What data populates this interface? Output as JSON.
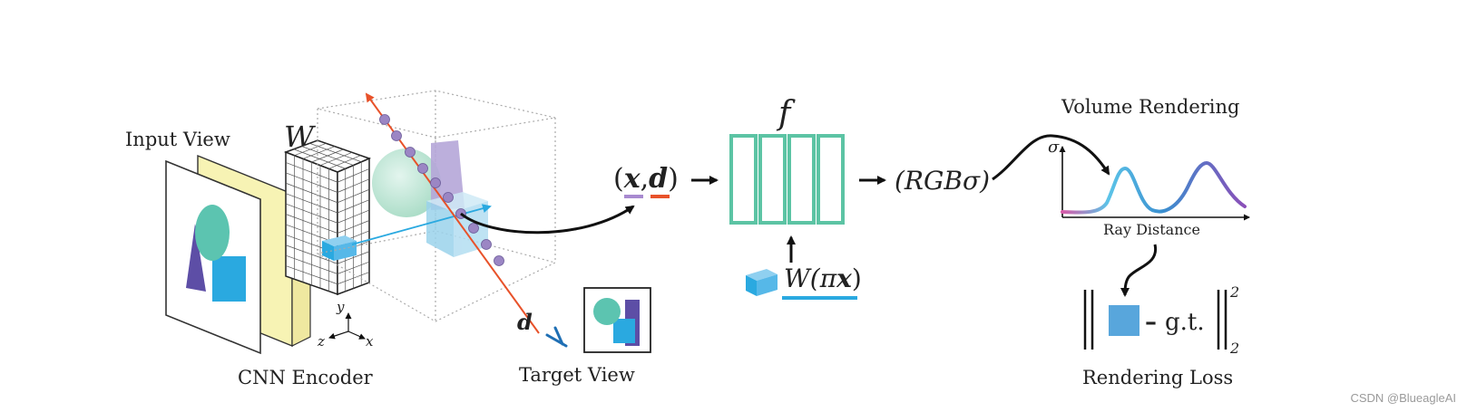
{
  "labels": {
    "input_view": "Input View",
    "cnn_encoder": "CNN Encoder",
    "target_view": "Target View",
    "volume_rendering": "Volume Rendering",
    "ray_distance": "Ray Distance",
    "rendering_loss": "Rendering Loss",
    "W": "W",
    "f": "f",
    "d": "d",
    "axis_x": "x",
    "axis_y": "y",
    "axis_z": "z",
    "sigma": "σ",
    "xd_open": "(",
    "xd_x": "x",
    "xd_comma": ",",
    "xd_d": "d",
    "xd_close": ")",
    "rgb_sigma": "(RGBσ)",
    "w_pix_prefix": "W(π",
    "w_pix_x": "x",
    "w_pix_close": ")",
    "loss_minus": "–",
    "loss_gt": "g.t.",
    "loss_sup": "2",
    "loss_sub": "2"
  },
  "watermark": "CSDN @BlueagleAI",
  "colors": {
    "ray": "#e8522a",
    "sample_point": "#9b86c4",
    "mlp": "#5cc4a4",
    "feature_blue": "#2aa9e0",
    "feature_purple": "#5d4ea6",
    "feature_teal": "#5cc4b0",
    "encoder_panel": "#f7f3b4",
    "underline_purple": "#a88ad0",
    "underline_orange": "#e8522a",
    "underline_blue": "#2aa9e0"
  }
}
